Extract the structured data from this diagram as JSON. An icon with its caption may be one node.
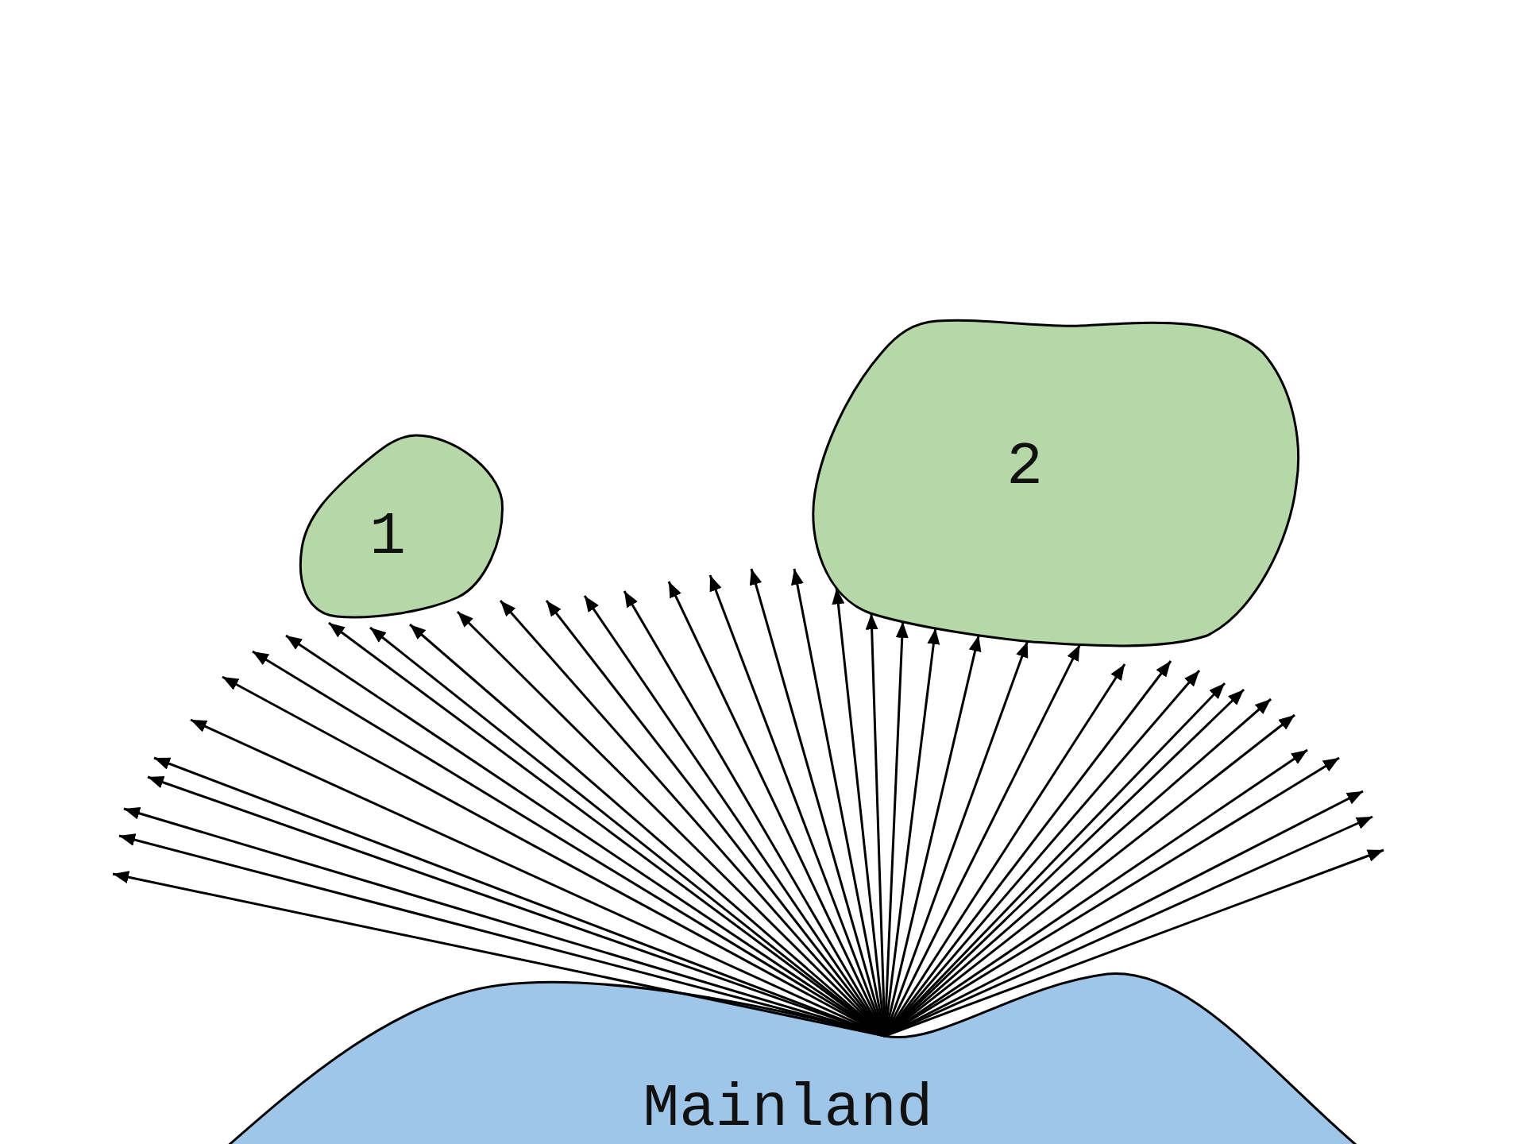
{
  "diagram": {
    "nodes": [
      {
        "text": [
          "1"
        ]
      },
      {
        "text": [
          "2"
        ]
      },
      {
        "text": [
          "Mainland"
        ]
      }
    ],
    "edges": [
      {
        "from": 2,
        "to": null,
        "arrow": "to"
      },
      {
        "from": 2,
        "to": null,
        "arrow": "to"
      },
      {
        "from": 2,
        "to": null,
        "arrow": "to"
      },
      {
        "from": 2,
        "to": null,
        "arrow": "to"
      },
      {
        "from": 2,
        "to": null,
        "arrow": "to"
      },
      {
        "from": 2,
        "to": null,
        "arrow": "to"
      },
      {
        "from": 2,
        "to": null,
        "arrow": "to"
      },
      {
        "from": 2,
        "to": null,
        "arrow": "to"
      },
      {
        "from": 2,
        "to": 0,
        "arrow": "to"
      },
      {
        "from": 2,
        "to": 0,
        "arrow": "to"
      },
      {
        "from": 2,
        "to": 0,
        "arrow": "to"
      },
      {
        "from": 2,
        "to": 0,
        "arrow": "to"
      },
      {
        "from": 2,
        "to": 0,
        "arrow": "to"
      },
      {
        "from": 2,
        "to": 0,
        "arrow": "to"
      },
      {
        "from": 2,
        "to": null,
        "arrow": "to"
      },
      {
        "from": 2,
        "to": null,
        "arrow": "to"
      },
      {
        "from": 2,
        "to": null,
        "arrow": "to"
      },
      {
        "from": 2,
        "to": null,
        "arrow": "to"
      },
      {
        "from": 2,
        "to": null,
        "arrow": "to"
      },
      {
        "from": 2,
        "to": null,
        "arrow": "to"
      },
      {
        "from": 2,
        "to": 1,
        "arrow": "to"
      },
      {
        "from": 2,
        "to": 1,
        "arrow": "to"
      },
      {
        "from": 2,
        "to": 1,
        "arrow": "to"
      },
      {
        "from": 2,
        "to": 1,
        "arrow": "to"
      },
      {
        "from": 2,
        "to": 1,
        "arrow": "to"
      },
      {
        "from": 2,
        "to": 1,
        "arrow": "to"
      },
      {
        "from": 2,
        "to": 1,
        "arrow": "to"
      },
      {
        "from": 2,
        "to": 1,
        "arrow": "to"
      },
      {
        "from": 2,
        "to": 1,
        "arrow": "to"
      },
      {
        "from": 2,
        "to": 1,
        "arrow": "to"
      },
      {
        "from": 2,
        "to": 1,
        "arrow": "to"
      },
      {
        "from": 2,
        "to": null,
        "arrow": "to"
      },
      {
        "from": 2,
        "to": null,
        "arrow": "to"
      },
      {
        "from": 2,
        "to": null,
        "arrow": "to"
      },
      {
        "from": 2,
        "to": null,
        "arrow": "to"
      },
      {
        "from": 2,
        "to": null,
        "arrow": "to"
      },
      {
        "from": 2,
        "to": null,
        "arrow": "to"
      },
      {
        "from": 2,
        "to": null,
        "arrow": "to"
      },
      {
        "from": 2,
        "to": null,
        "arrow": "to"
      },
      {
        "from": 2,
        "to": null,
        "arrow": "to"
      }
    ]
  }
}
